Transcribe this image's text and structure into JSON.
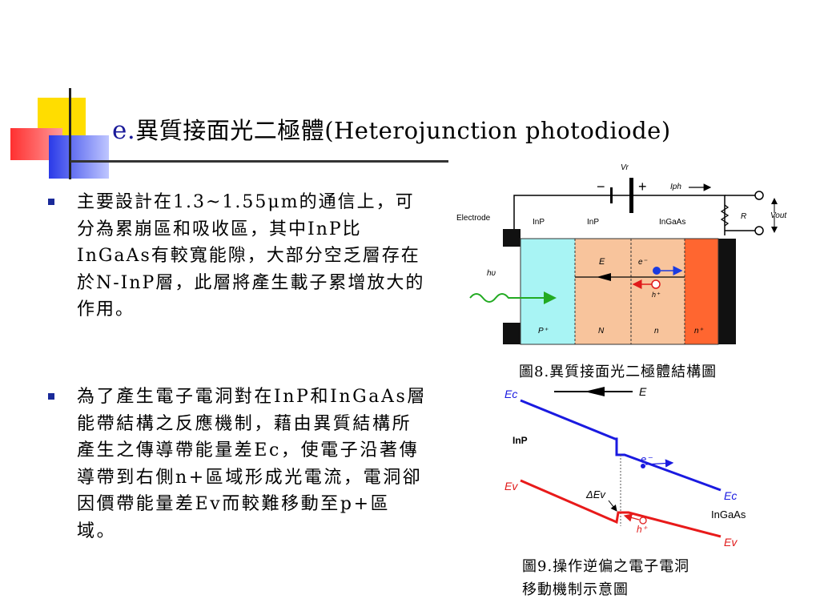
{
  "title": {
    "prefix": "e.",
    "text": "異質接面光二極體(Heterojunction photodiode)"
  },
  "bullets": [
    "主要設計在1.3~1.55μm的通信上，可分為累崩區和吸收區，其中InP比InGaAs有較寬能隙，大部分空乏層存在於N-InP層，此層將產生載子累增放大的作用。",
    "為了產生電子電洞對在InP和InGaAs層能帶結構之反應機制，藉由異質結構所產生之傳導帶能量差Ec，使電子沿著傳導帶到右側n+區域形成光電流，電洞卻因價帶能量差Ev而較難移動至p+區域。"
  ],
  "figure8": {
    "caption": "圖8.異質接面光二極體結構圖",
    "labels": {
      "vr": "Vr",
      "iph": "Iph",
      "r": "R",
      "vout": "Vout",
      "electrode": "Electrode",
      "inp1": "InP",
      "inp2": "InP",
      "ingaas": "InGaAs",
      "hv": "hυ",
      "field": "E",
      "electron": "e⁻",
      "hole": "h⁺",
      "region_p": "P⁺",
      "region_N": "N",
      "region_n": "n",
      "region_n2": "n⁺",
      "minus": "−",
      "plus": "+"
    },
    "colors": {
      "p_region": "#a8f4f4",
      "inp_region": "#f8c49c",
      "n_plus": "#ff6630",
      "electrode": "#111111"
    }
  },
  "figure9": {
    "caption_lines": [
      "圖9.操作逆偏之電子電洞",
      "移動機制示意圖"
    ],
    "labels": {
      "ec_left": "Ec",
      "ev_left": "Ev",
      "field": "E",
      "inp": "InP",
      "electron": "e⁻",
      "delta_ev": "ΔEv",
      "ec_right": "Ec",
      "ingaas": "InGaAs",
      "hole": "h⁺",
      "ev_right": "Ev"
    },
    "colors": {
      "conduction": "#1a1ae0",
      "valence": "#e81a1a"
    }
  }
}
